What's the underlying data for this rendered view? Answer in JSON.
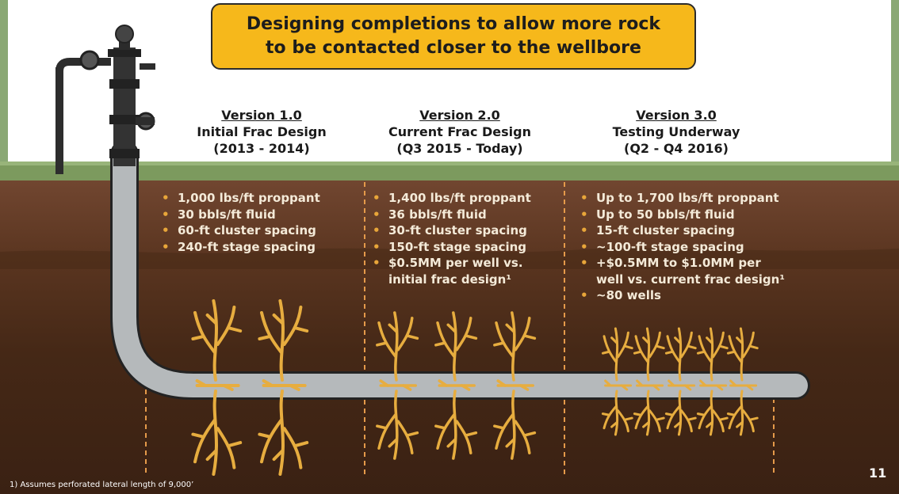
{
  "title": {
    "line1": "Designing completions to allow more rock",
    "line2": "to be contacted closer to the wellbore"
  },
  "versions": [
    {
      "name": "Version 1.0",
      "subtitle": "Initial Frac Design",
      "period": "(2013 - 2014)",
      "bullets": [
        "1,000 lbs/ft proppant",
        "30 bbls/ft fluid",
        "60-ft cluster spacing",
        "240-ft stage spacing"
      ]
    },
    {
      "name": "Version 2.0",
      "subtitle": "Current Frac Design",
      "period": "(Q3 2015 - Today)",
      "bullets": [
        "1,400 lbs/ft proppant",
        "36 bbls/ft fluid",
        "30-ft cluster spacing",
        "150-ft stage spacing",
        "$0.5MM per well vs.",
        "initial frac design¹"
      ]
    },
    {
      "name": "Version 3.0",
      "subtitle": "Testing Underway",
      "period": "(Q2 - Q4 2016)",
      "bullets": [
        "Up to 1,700 lbs/ft proppant",
        "Up to 50 bbls/ft fluid",
        "15-ft cluster spacing",
        "~100-ft stage spacing",
        "+$0.5MM to $1.0MM per",
        "well vs. current frac design¹",
        "~80 wells"
      ]
    }
  ],
  "footnote": "1) Assumes perforated lateral length of 9,000’",
  "page_number": "11",
  "colors": {
    "sky": "#ffffff",
    "grass": "#7c9a5e",
    "soil_upper": "#6b4128",
    "soil_lower": "#3e2415",
    "pipe": "#b5b9bb",
    "fracture": "#e7ad3f",
    "title_box": "#f6b81b"
  },
  "icons": [
    "wellhead-icon",
    "fracture-icon"
  ]
}
